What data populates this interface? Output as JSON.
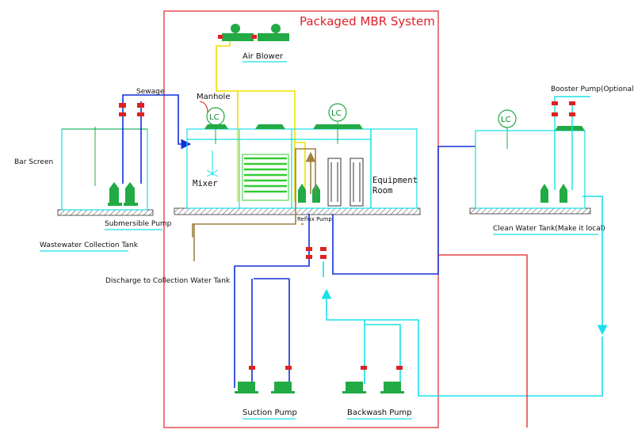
{
  "diagram": {
    "title": "Packaged MBR System",
    "labels": {
      "air_blower": "Air Blower",
      "sewage": "Sewage",
      "manhole": "Manhole",
      "bar_screen": "Bar Screen",
      "submersible_pump": "Submersible Pump",
      "wastewater_tank": "Wastewater Collection Tank",
      "mixer": "Mixer",
      "equipment_room_1": "Equipment",
      "equipment_room_2": "Room",
      "reflux_pump": "Reflux Pump",
      "discharge": "Discharge to Collection Water Tank",
      "booster_pump": "Booster Pump(Optional)",
      "clean_water_tank": "Clean Water Tank(Make it local)",
      "suction_pump": "Suction Pump",
      "backwash_pump": "Backwash Pump",
      "level_controller": "LC"
    },
    "colors": {
      "frame": "#e0202a",
      "tank": "#18e0e8",
      "sewage_line": "#1030d8",
      "air_line": "#f0e000",
      "sludge_line": "#a08040",
      "equipment": "#22aa44",
      "valve": "#e02020",
      "membrane": "#33cc33"
    }
  }
}
